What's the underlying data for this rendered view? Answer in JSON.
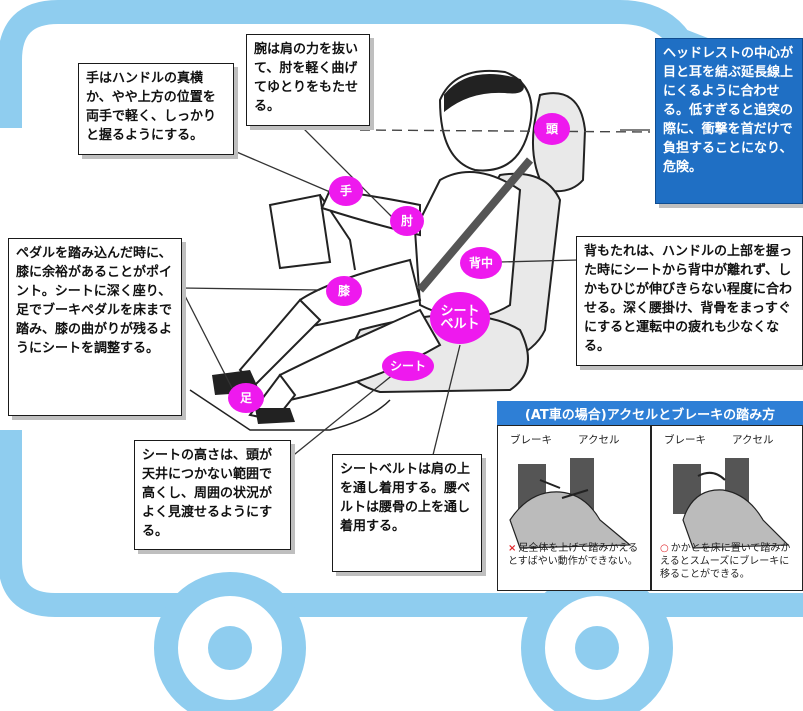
{
  "colors": {
    "truck": "#8fcdef",
    "tag": "#ee19ee",
    "blue_note": "#1f6fc4",
    "inset_header": "#2e7fd6",
    "wrong_mark": "#e0262b"
  },
  "notes": {
    "hand": "手はハンドルの真横か、やや上方の位置を両手で軽く、しっかりと握るようにする。",
    "arm": "腕は肩の力を抜いて、肘を軽く曲げてゆとりをもたせる。",
    "headrest": "ヘッドレストの中心が目と耳を結ぶ延長線上にくるように合わせる。低すぎると追突の際に、衝撃を首だけで負担することになり、危険。",
    "pedal": "ペダルを踏み込んだ時に、膝に余裕があることがポイント。シートに深く座り、足でブーキペダルを床まで踏み、膝の曲がりが残るようにシートを調整する。",
    "backrest": "背もたれは、ハンドルの上部を握った時にシートから背中が離れず、しかもひじが伸びきらない程度に合わせる。深く腰掛け、背骨をまっすぐにすると運転中の疲れも少なくなる。",
    "seat_height": "シートの高さは、頭が天井につかない範囲で高くし、周囲の状況がよく見渡せるようにする。",
    "seatbelt": "シートベルトは肩の上を通し着用する。腰ベルトは腰骨の上を通し着用する。"
  },
  "tags": {
    "hand": "手",
    "elbow": "肘",
    "head": "頭",
    "back": "背中",
    "knee": "膝",
    "seatbelt": "シートベルト",
    "seat": "シート",
    "foot": "足"
  },
  "inset": {
    "title": "(AT車の場合)アクセルとブレーキの踏み方",
    "left_labels": [
      "ブレーキ",
      "アクセル"
    ],
    "right_labels": [
      "ブレーキ",
      "アクセル"
    ],
    "wrong_mark": "×",
    "wrong_caption": "足全体を上げて踏みかえるとすばやい動作ができない。",
    "right_mark": "○",
    "right_caption": "かかとを床に置いて踏みかえるとスムーズにブレーキに移ることができる。"
  }
}
